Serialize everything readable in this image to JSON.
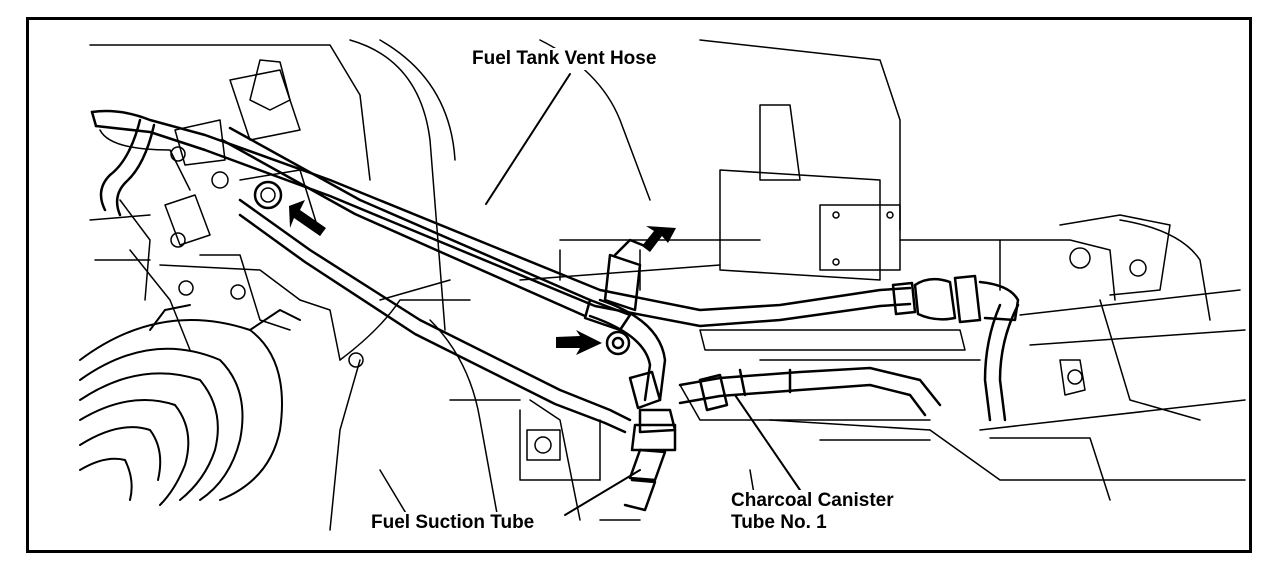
{
  "labels": {
    "fuel_tank_vent_hose": "Fuel Tank Vent Hose",
    "fuel_suction_tube": "Fuel Suction Tube",
    "charcoal_canister_line1": "Charcoal Canister",
    "charcoal_canister_line2": "Tube No. 1"
  },
  "colors": {
    "ink": "#000000",
    "paper": "#ffffff"
  },
  "icons": [
    "arrow-icon",
    "bolt-icon",
    "clamp-icon"
  ]
}
